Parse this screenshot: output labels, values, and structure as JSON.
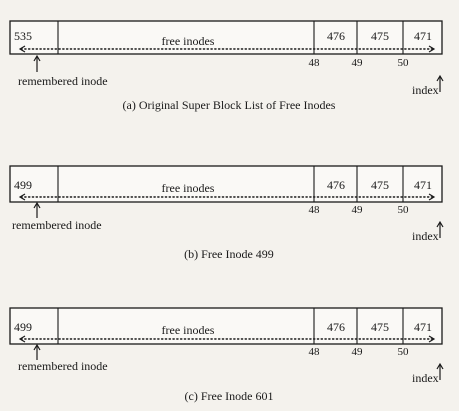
{
  "panels": [
    {
      "id": "a",
      "remembered_value": "535",
      "free_label": "free inodes",
      "cells": [
        "476",
        "475",
        "471"
      ],
      "indices": [
        "48",
        "49",
        "50"
      ],
      "remembered_label": "remembered inode",
      "index_label": "index",
      "caption": "(a) Original Super Block List of Free Inodes"
    },
    {
      "id": "b",
      "remembered_value": "499",
      "free_label": "free inodes",
      "cells": [
        "476",
        "475",
        "471"
      ],
      "indices": [
        "48",
        "49",
        "50"
      ],
      "remembered_label": "remembered inode",
      "index_label": "index",
      "caption": "(b) Free Inode 499"
    },
    {
      "id": "c",
      "remembered_value": "499",
      "free_label": "free inodes",
      "cells": [
        "476",
        "475",
        "471"
      ],
      "indices": [
        "48",
        "49",
        "50"
      ],
      "remembered_label": "remembered inode",
      "index_label": "index",
      "caption": "(c) Free Inode 601"
    }
  ]
}
